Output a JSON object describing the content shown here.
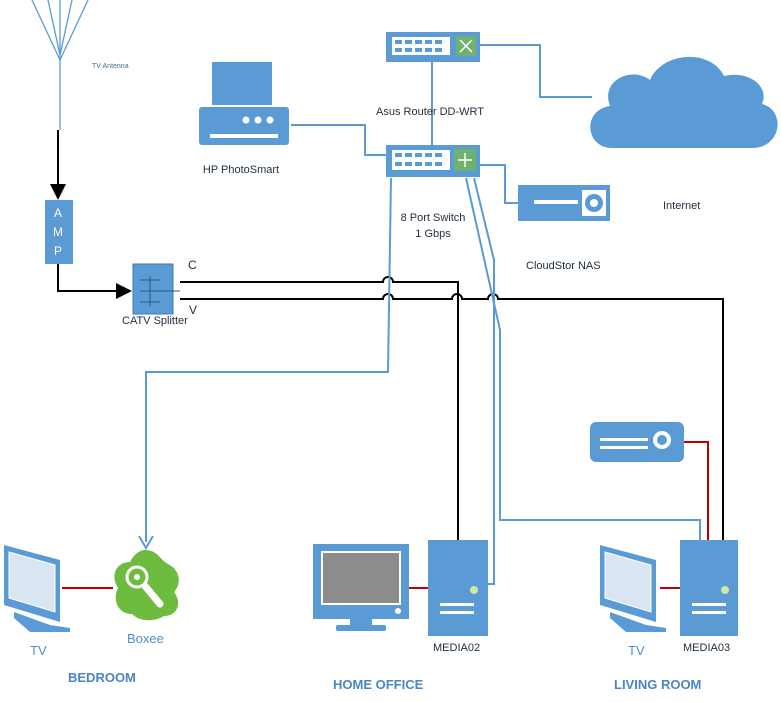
{
  "labels": {
    "tv_antenna": "TV Antenna",
    "hp_photosmart": "HP PhotoSmart",
    "asus_router": "Asus Router DD-WRT",
    "switch_line1": "8 Port Switch",
    "switch_line2": "1 Gbps",
    "internet": "Internet",
    "cloudstor_nas": "CloudStor NAS",
    "catv_splitter": "CATV Splitter",
    "port_c": "C",
    "port_v": "V",
    "amp_letters": [
      "A",
      "M",
      "P"
    ],
    "bedroom_tv": "TV",
    "boxee": "Boxee",
    "media02": "MEDIA02",
    "living_tv": "TV",
    "media03": "MEDIA03"
  },
  "rooms": {
    "bedroom": "BEDROOM",
    "home_office": "HOME OFFICE",
    "living_room": "LIVING ROOM"
  },
  "colors": {
    "device_blue": "#5b9bd5",
    "device_dark": "#4a86c5",
    "network_line": "#5b9bd5",
    "coax_line": "#000000",
    "video_line": "#c00000",
    "boxee_green": "#6dbb3f"
  },
  "icons": {
    "antenna": "antenna-icon",
    "printer": "printer-icon",
    "router": "router-icon",
    "switch": "switch-icon",
    "cloud": "cloud-icon",
    "nas": "nas-icon",
    "splitter": "splitter-icon",
    "projector": "projector-icon",
    "monitor": "monitor-icon",
    "pc": "pc-tower-icon",
    "tv": "tv-icon",
    "boxee": "boxee-icon"
  }
}
